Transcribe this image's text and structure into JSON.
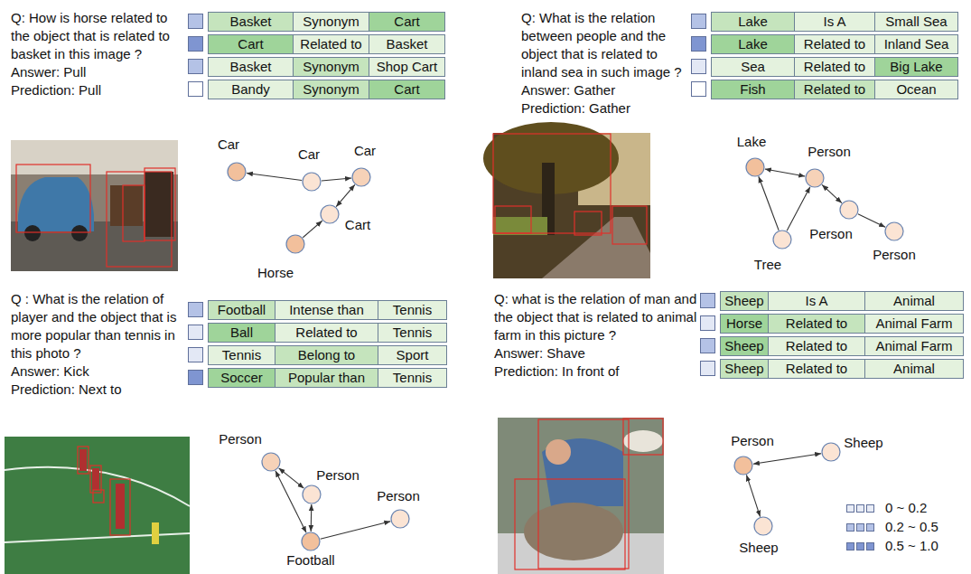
{
  "diagram": {
    "nodes": [
      {
        "text": [
          "Car"
        ]
      },
      {
        "text": [
          "Car"
        ]
      },
      {
        "text": [
          "Car"
        ]
      },
      {
        "text": [
          "Cart"
        ]
      },
      {
        "text": [
          "Horse"
        ]
      },
      {
        "text": [
          "Lake"
        ]
      },
      {
        "text": [
          "Person"
        ]
      },
      {
        "text": [
          "Person"
        ]
      },
      {
        "text": [
          "Person"
        ]
      },
      {
        "text": [
          "Tree"
        ]
      },
      {
        "text": [
          "Person"
        ]
      },
      {
        "text": [
          "Person"
        ]
      },
      {
        "text": [
          "Person"
        ]
      },
      {
        "text": [
          "Football"
        ]
      },
      {
        "text": [
          "Person"
        ]
      },
      {
        "text": [
          "Sheep"
        ]
      },
      {
        "text": [
          "Sheep"
        ]
      }
    ],
    "edges": [
      {
        "from": 1,
        "to": 0,
        "arrow": "to"
      },
      {
        "from": 1,
        "to": 2,
        "arrow": "to"
      },
      {
        "from": 2,
        "to": 3,
        "arrow": "both"
      },
      {
        "from": 4,
        "to": 3,
        "arrow": "to"
      },
      {
        "from": 6,
        "to": 5,
        "arrow": "both"
      },
      {
        "from": 9,
        "to": 5,
        "arrow": "to"
      },
      {
        "from": 9,
        "to": 6,
        "arrow": "to"
      },
      {
        "from": 6,
        "to": 7,
        "arrow": "both"
      },
      {
        "from": 7,
        "to": 8,
        "arrow": "to"
      },
      {
        "from": 10,
        "to": 11,
        "arrow": "both"
      },
      {
        "from": 10,
        "to": 13,
        "arrow": "both"
      },
      {
        "from": 11,
        "to": 13,
        "arrow": "both"
      },
      {
        "from": 13,
        "to": 12,
        "arrow": "to"
      },
      {
        "from": 14,
        "to": 15,
        "arrow": "both"
      },
      {
        "from": 14,
        "to": 16,
        "arrow": "both"
      }
    ],
    "labels": [
      "Q: How is horse related to the object that is related to basket in this image ?",
      "Answer: Pull",
      "Prediction: Pull",
      "Basket",
      "Synonym",
      "Cart",
      "Cart",
      "Related to",
      "Basket",
      "Basket",
      "Synonym",
      "Shop Cart",
      "Bandy",
      "Synonym",
      "Cart",
      "Q: What is the relation between people and the object that is related to inland sea in such image ?",
      "Answer: Gather",
      "Prediction: Gather",
      "Lake",
      "Is A",
      "Small Sea",
      "Lake",
      "Related to",
      "Inland Sea",
      "Sea",
      "Related to",
      "Big Lake",
      "Fish",
      "Related to",
      "Ocean",
      "Q : What is the relation of player and the object that is more popular than tennis in this photo ?",
      "Answer: Kick",
      "Prediction: Next to",
      "Football",
      "Intense than",
      "Tennis",
      "Ball",
      "Related to",
      "Tennis",
      "Tennis",
      "Belong to",
      "Sport",
      "Soccer",
      "Popular than",
      "Tennis",
      "Q: what is the relation of man and the object that is related to animal farm in this picture ?",
      "Answer: Shave",
      "Prediction: In front of",
      "Sheep",
      "Is A",
      "Animal",
      "Horse",
      "Related to",
      "Animal Farm",
      "Sheep",
      "Related to",
      "Animal Farm",
      "Sheep",
      "Related to",
      "Animal"
    ],
    "legend": [
      {
        "text": "0 ~ 0.2",
        "color": "#e8ecf6"
      },
      {
        "text": "0.2 ~ 0.5",
        "color": "#b4c2e6"
      },
      {
        "text": "0.5 ~ 1.0",
        "color": "#7f95d1"
      }
    ]
  }
}
